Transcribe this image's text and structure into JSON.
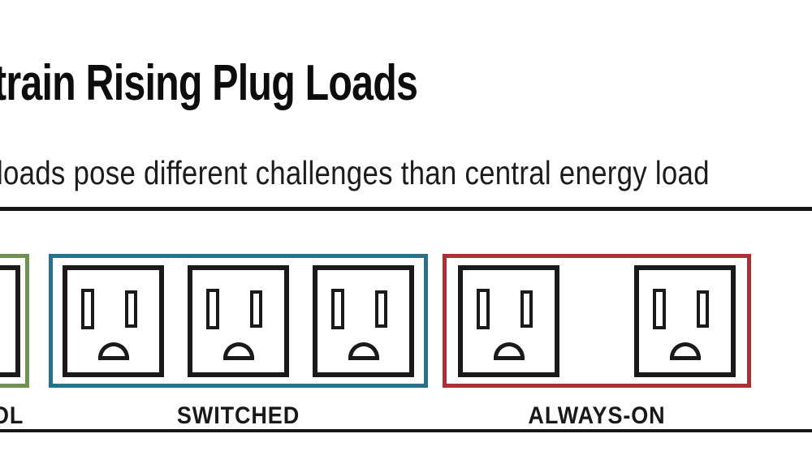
{
  "header": {
    "title": "train Rising Plug Loads",
    "subtitle": "loads pose different challenges than central energy load"
  },
  "legend": {
    "groups": [
      {
        "id": "control",
        "label": "OL",
        "border_color": "#6f9150",
        "outlet_count": 1
      },
      {
        "id": "switched",
        "label": "SWITCHED",
        "border_color": "#29708e",
        "outlet_count": 3
      },
      {
        "id": "always_on",
        "label": "ALWAYS-ON",
        "border_color": "#a93131",
        "outlet_count": 2
      }
    ]
  },
  "colors": {
    "rule": "#161616",
    "outlet_outline": "#1a1a1a",
    "headline_text": "#0d0d0d",
    "body_text": "#1c1c1c"
  }
}
